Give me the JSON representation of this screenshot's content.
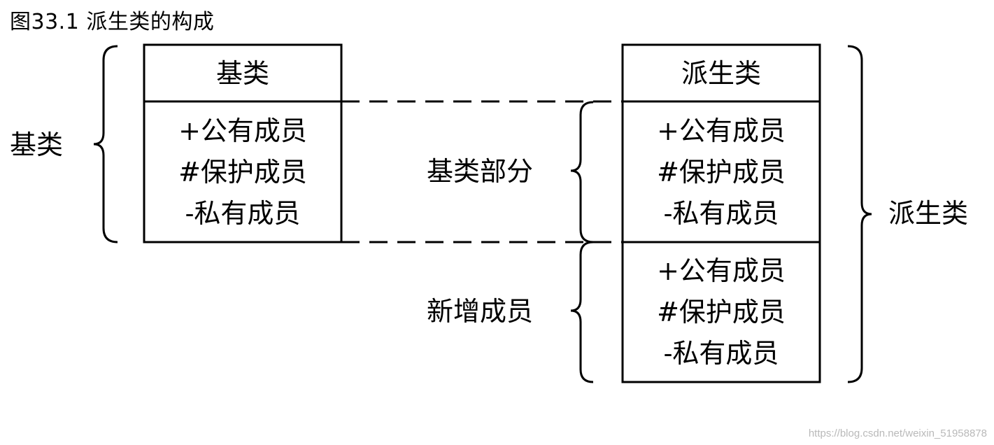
{
  "figure": {
    "title": "图33.1  派生类的构成"
  },
  "base_class": {
    "header": "基类",
    "members": [
      "+公有成员",
      "#保护成员",
      "-私有成员"
    ]
  },
  "derived_class": {
    "header": "派生类",
    "inherited_members": [
      "+公有成员",
      "#保护成员",
      "-私有成员"
    ],
    "new_members": [
      "+公有成员",
      "#保护成员",
      "-私有成员"
    ]
  },
  "labels": {
    "left_brace": "基类",
    "base_part": "基类部分",
    "new_members": "新增成员",
    "right_brace": "派生类"
  },
  "watermark": "https://blog.csdn.net/weixin_51958878"
}
